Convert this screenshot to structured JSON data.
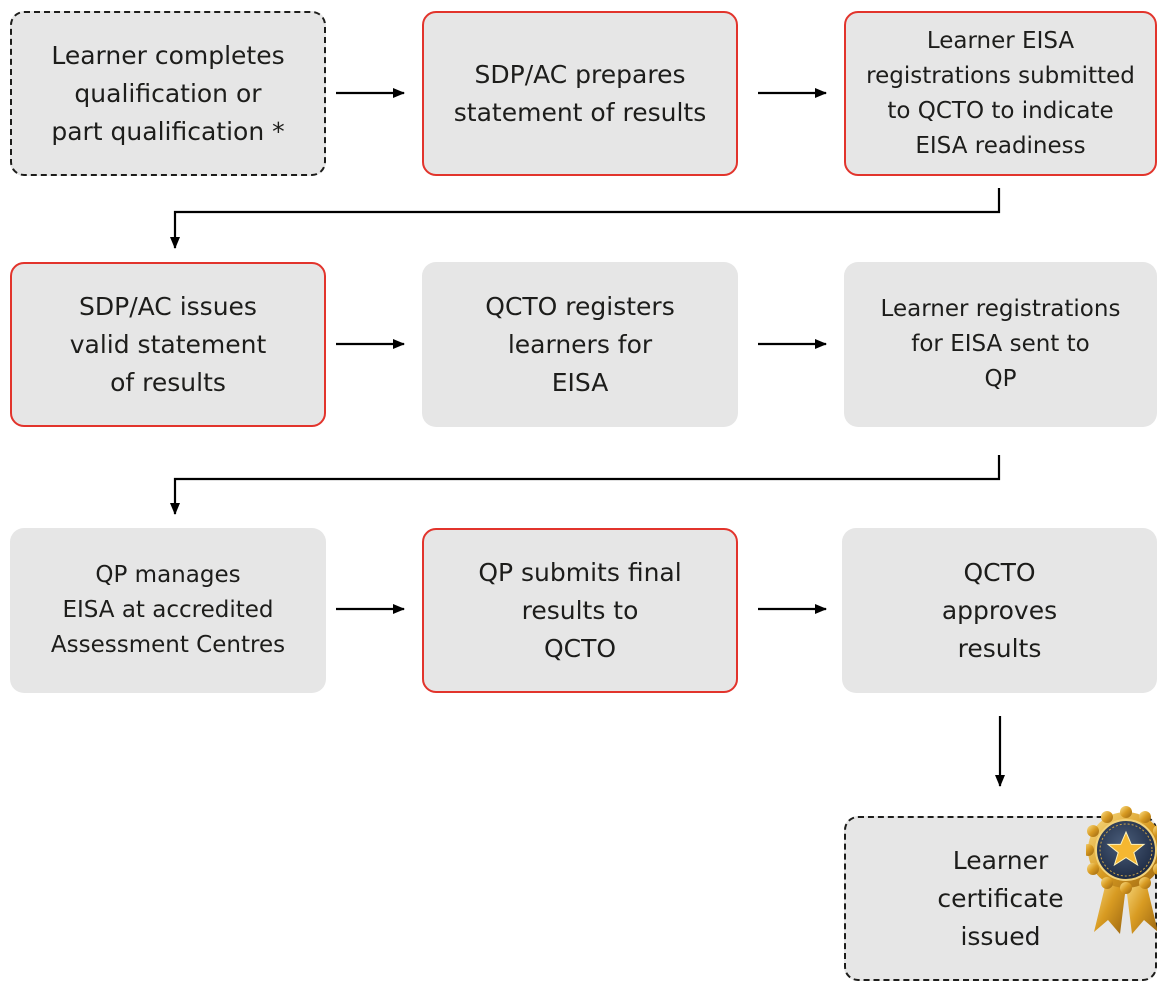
{
  "steps": [
    {
      "id": "s1",
      "text": "Learner completes\nqualification or\npart qualification *",
      "border": "dashed"
    },
    {
      "id": "s2",
      "text": "SDP/AC prepares\nstatement of results",
      "border": "red"
    },
    {
      "id": "s3",
      "text": "Learner EISA\nregistrations submitted\nto QCTO to indicate\nEISA readiness",
      "border": "red"
    },
    {
      "id": "s4",
      "text": "SDP/AC issues\nvalid statement\nof results",
      "border": "red"
    },
    {
      "id": "s5",
      "text": "QCTO registers\nlearners for\nEISA",
      "border": "none"
    },
    {
      "id": "s6",
      "text": "Learner registrations\nfor EISA sent to\nQP",
      "border": "none"
    },
    {
      "id": "s7",
      "text": "QP manages\nEISA at accredited\nAssessment Centres",
      "border": "none"
    },
    {
      "id": "s8",
      "text": "QP submits final\nresults to\nQCTO",
      "border": "red"
    },
    {
      "id": "s9",
      "text": "QCTO\napproves\nresults",
      "border": "none"
    },
    {
      "id": "s10",
      "text": "Learner\ncertificate\nissued",
      "border": "dashed"
    }
  ],
  "colors": {
    "box_fill": "#e6e6e6",
    "highlight_border": "#e2342c",
    "text": "#1d1d1b",
    "arrow": "#000000"
  },
  "icons": {
    "certificate": "award-seal-icon"
  }
}
